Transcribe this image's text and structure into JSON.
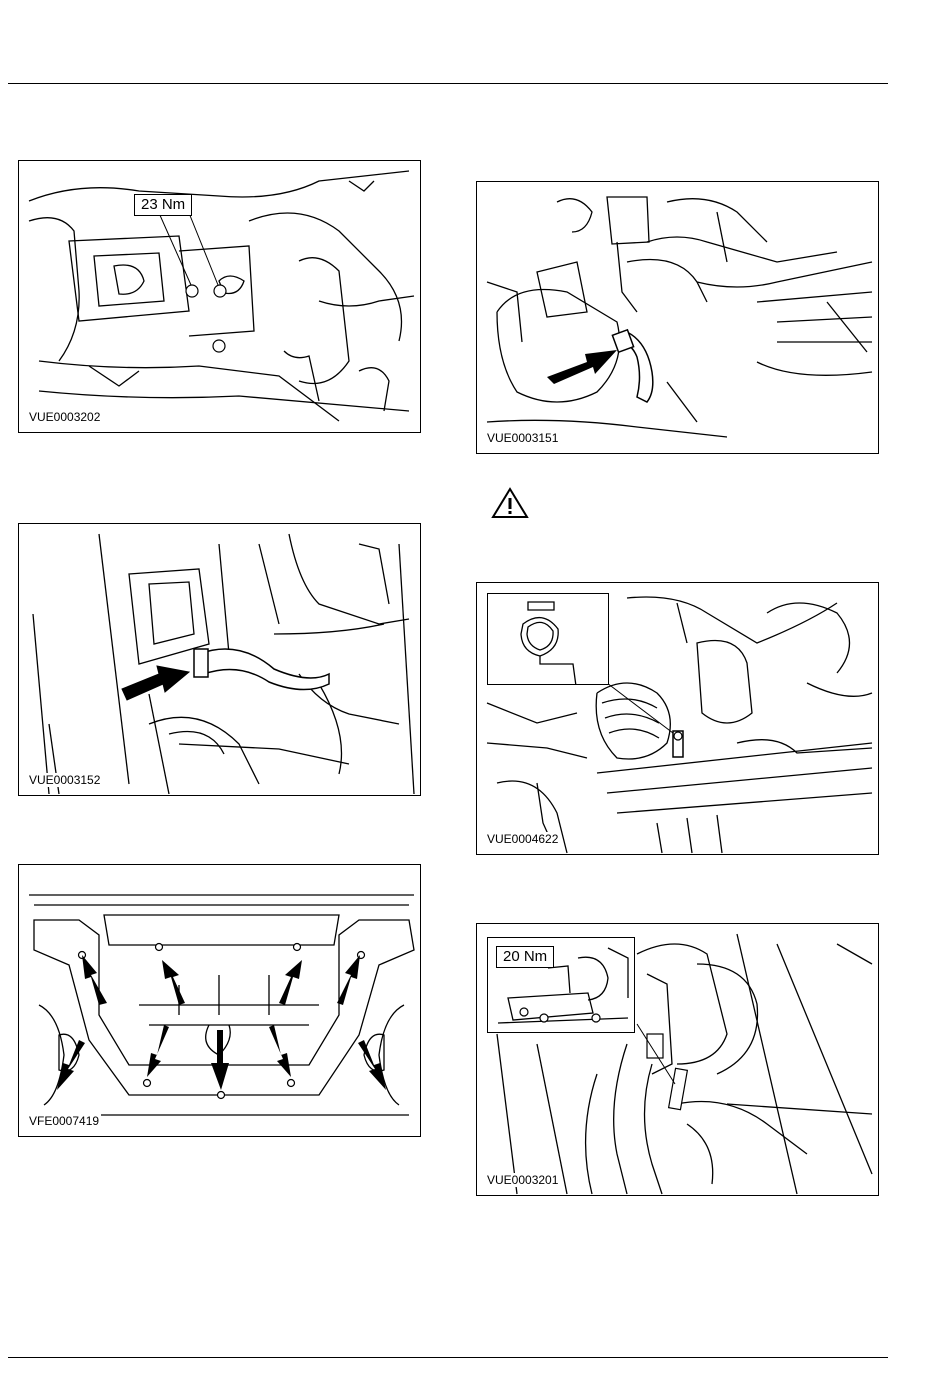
{
  "figures": {
    "fig1": {
      "id": "VUE0003202",
      "torque": "23 Nm"
    },
    "fig2": {
      "id": "VUE0003152"
    },
    "fig3": {
      "id": "VFE0007419"
    },
    "fig4": {
      "id": "VUE0003151"
    },
    "fig5": {
      "id": "VUE0004622"
    },
    "fig6": {
      "id": "VUE0003201",
      "torque": "20 Nm"
    }
  },
  "icons": {
    "warning": "warning-triangle-icon",
    "arrow": "pointer-arrow-icon"
  },
  "colors": {
    "line": "#000000",
    "background": "#ffffff"
  }
}
